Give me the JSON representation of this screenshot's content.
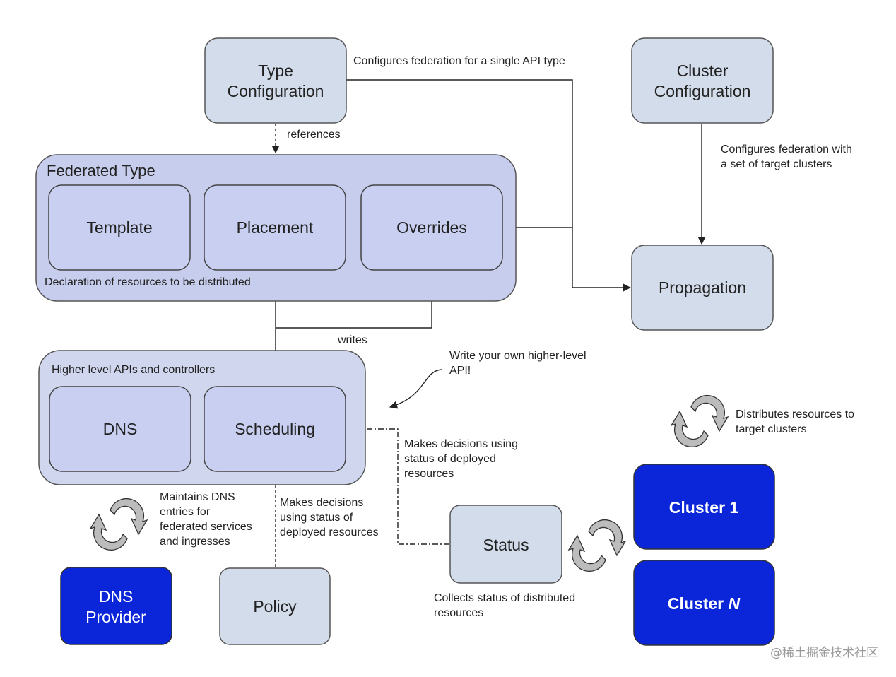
{
  "nodes": {
    "type_configuration": [
      "Type",
      "Configuration"
    ],
    "cluster_configuration": [
      "Cluster",
      "Configuration"
    ],
    "federated_type": "Federated Type",
    "template": "Template",
    "placement": "Placement",
    "overrides": "Overrides",
    "propagation": "Propagation",
    "higher_level": "Higher level APIs and controllers",
    "dns": "DNS",
    "scheduling": "Scheduling",
    "status": "Status",
    "cluster_1": "Cluster 1",
    "cluster_n_prefix": "Cluster ",
    "cluster_n_suffix": "N",
    "dns_provider": [
      "DNS",
      "Provider"
    ],
    "policy": "Policy"
  },
  "labels": {
    "configures_single_api": "Configures federation for a single API type",
    "references": "references",
    "configures_target_clusters": [
      "Configures federation with",
      "a set of target clusters"
    ],
    "declaration": "Declaration of resources to be distributed",
    "writes": "writes",
    "write_your_own": [
      "Write your own higher-level",
      "API!"
    ],
    "distributes": [
      "Distributes resources to",
      "target clusters"
    ],
    "makes_decisions_status": [
      "Makes decisions using",
      "status of deployed",
      "resources"
    ],
    "maintains_dns": [
      "Maintains DNS",
      "entries for",
      "federated services",
      "and ingresses"
    ],
    "makes_decisions_policy": [
      "Makes decisions",
      "using status of",
      "deployed resources"
    ],
    "collects_status": [
      "Collects status of distributed",
      "resources"
    ]
  },
  "watermark": "@稀土掘金技术社区",
  "colors": {
    "light_box": "#d3dcea",
    "group_box": "#c7cdec",
    "dark_box": "#0a26d8",
    "line": "#222222"
  }
}
